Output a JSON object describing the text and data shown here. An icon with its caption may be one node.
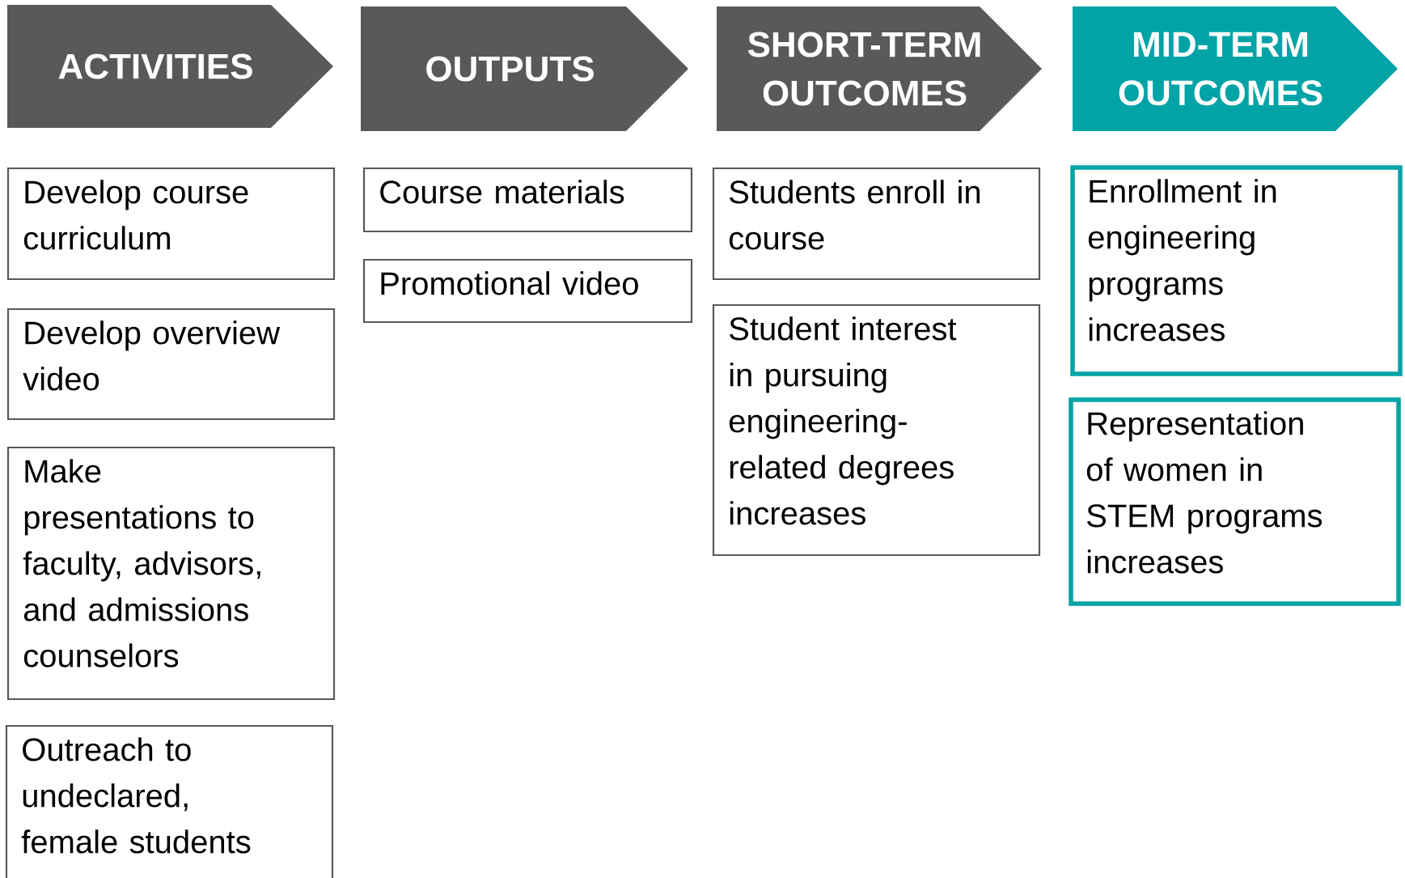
{
  "diagram": {
    "nodes": [
      {
        "text": [
          "ACTIVITIES"
        ]
      },
      {
        "text": [
          "OUTPUTS"
        ]
      },
      {
        "text": [
          "SHORT-TERM OUTCOMES"
        ]
      },
      {
        "text": [
          "MID-TERM OUTCOMES"
        ]
      },
      {
        "text": [
          "Develop course curriculum"
        ]
      },
      {
        "text": [
          "Develop overview video"
        ]
      },
      {
        "text": [
          "Make presentations to faculty, advisors, and admissions counselors"
        ]
      },
      {
        "text": [
          "Outreach to undeclared, female students"
        ]
      },
      {
        "text": [
          "Course materials"
        ]
      },
      {
        "text": [
          "Promotional video"
        ]
      },
      {
        "text": [
          "Students enroll in course"
        ]
      },
      {
        "text": [
          "Student interest in pursuing engineering-related degrees increases"
        ]
      },
      {
        "text": [
          "Enrollment in engineering programs increases"
        ]
      },
      {
        "text": [
          "Representation of women in STEM programs increases"
        ]
      }
    ]
  }
}
